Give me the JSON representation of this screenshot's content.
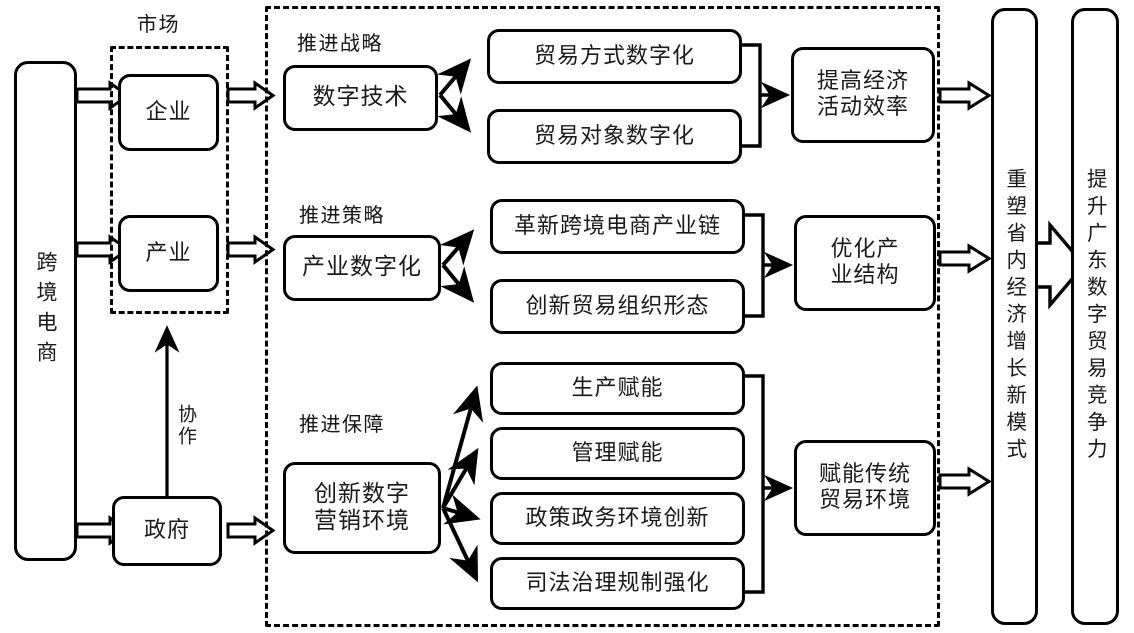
{
  "diagram": {
    "title_present": false,
    "source_node": {
      "label": "跨境电商"
    },
    "market_group": {
      "caption": "市场",
      "items": [
        {
          "label": "企业"
        },
        {
          "label": "产业"
        }
      ]
    },
    "government_node": {
      "label": "政府"
    },
    "collaboration_label": "协作",
    "sections": [
      {
        "caption": "推进战略",
        "driver": "数字技术",
        "measures": [
          "贸易方式数字化",
          "贸易对象数字化"
        ],
        "outcome": "提高经济\n活动效率",
        "outcome_lines": [
          "提高经济",
          "活动效率"
        ]
      },
      {
        "caption": "推进策略",
        "driver": "产业数字化",
        "measures": [
          "革新跨境电商产业链",
          "创新贸易组织形态"
        ],
        "outcome_lines": [
          "优化产",
          "业结构"
        ]
      },
      {
        "caption": "推进保障",
        "driver_lines": [
          "创新数字",
          "营销环境"
        ],
        "measures": [
          "生产赋能",
          "管理赋能",
          "政策政务环境创新",
          "司法治理规制强化"
        ],
        "outcome_lines": [
          "赋能传统",
          "贸易环境"
        ]
      }
    ],
    "result_column": {
      "label": "重塑省内经济增长新模式"
    },
    "goal_column": {
      "label": "提升广东数字贸易竞争力"
    },
    "colors": {
      "stroke": "#000000",
      "background": "#ffffff",
      "text": "#151515"
    }
  }
}
